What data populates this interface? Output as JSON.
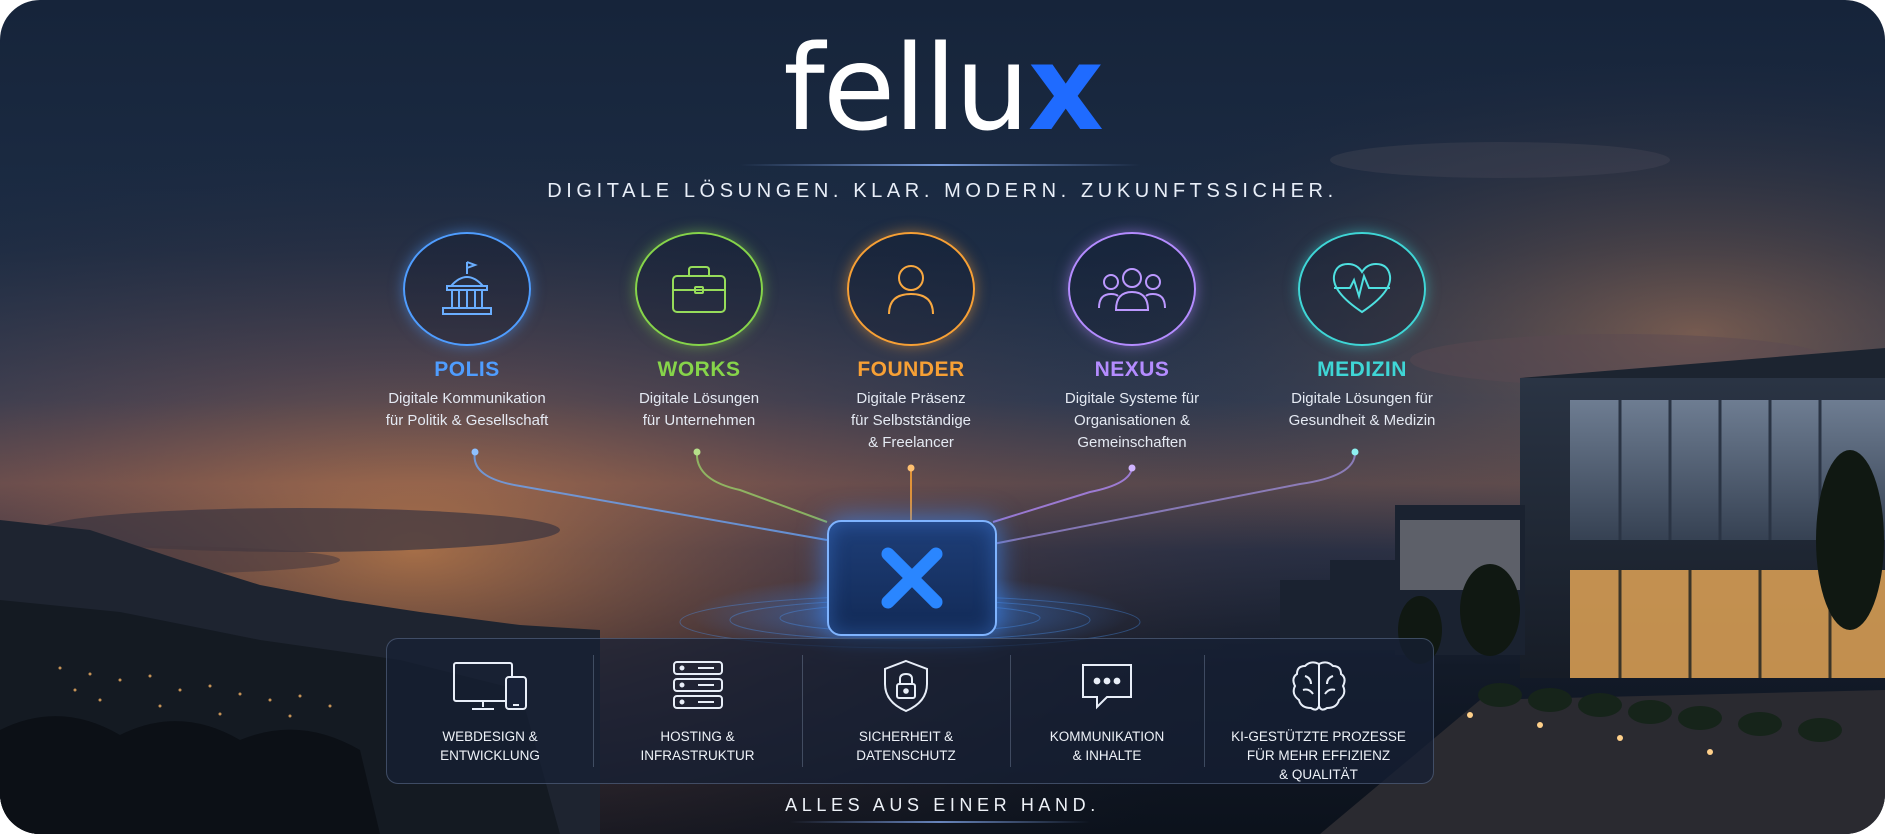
{
  "brand": {
    "logo_main": "fellu",
    "logo_accent": "x",
    "accent_color": "#1f6bff",
    "tagline": "DIGITALE LÖSUNGEN. KLAR. MODERN. ZUKUNFTSSICHER."
  },
  "categories": [
    {
      "name": "POLIS",
      "desc_line1": "Digitale Kommunikation",
      "desc_line2": "für Politik & Gesellschaft",
      "desc_line3": "",
      "icon": "government-building-icon",
      "color": "#4f9dff"
    },
    {
      "name": "WORKS",
      "desc_line1": "Digitale Lösungen",
      "desc_line2": "für Unternehmen",
      "desc_line3": "",
      "icon": "briefcase-icon",
      "color": "#86d44a"
    },
    {
      "name": "FOUNDER",
      "desc_line1": "Digitale Präsenz",
      "desc_line2": "für Selbstständige",
      "desc_line3": "& Freelancer",
      "icon": "person-icon",
      "color": "#f7a035"
    },
    {
      "name": "NEXUS",
      "desc_line1": "Digitale Systeme für",
      "desc_line2": "Organisationen &",
      "desc_line3": "Gemeinschaften",
      "icon": "group-icon",
      "color": "#b48cff"
    },
    {
      "name": "MEDIZIN",
      "desc_line1": "Digitale Lösungen für",
      "desc_line2": "Gesundheit & Medizin",
      "desc_line3": "",
      "icon": "heart-pulse-icon",
      "color": "#3fd6d6"
    }
  ],
  "hub": {
    "icon": "fellux-x-icon"
  },
  "services": [
    {
      "line1": "WEBDESIGN &",
      "line2": "ENTWICKLUNG",
      "line3": "",
      "icon": "monitor-phone-icon"
    },
    {
      "line1": "HOSTING &",
      "line2": "INFRASTRUKTUR",
      "line3": "",
      "icon": "server-icon"
    },
    {
      "line1": "SICHERHEIT &",
      "line2": "DATENSCHUTZ",
      "line3": "",
      "icon": "shield-lock-icon"
    },
    {
      "line1": "KOMMUNIKATION",
      "line2": "& INHALTE",
      "line3": "",
      "icon": "chat-bubble-icon"
    },
    {
      "line1": "KI-GESTÜTZTE PROZESSE",
      "line2": "FÜR MEHR EFFIZIENZ",
      "line3": "& QUALITÄT",
      "icon": "brain-icon"
    }
  ],
  "footer": "ALLES AUS EINER HAND."
}
